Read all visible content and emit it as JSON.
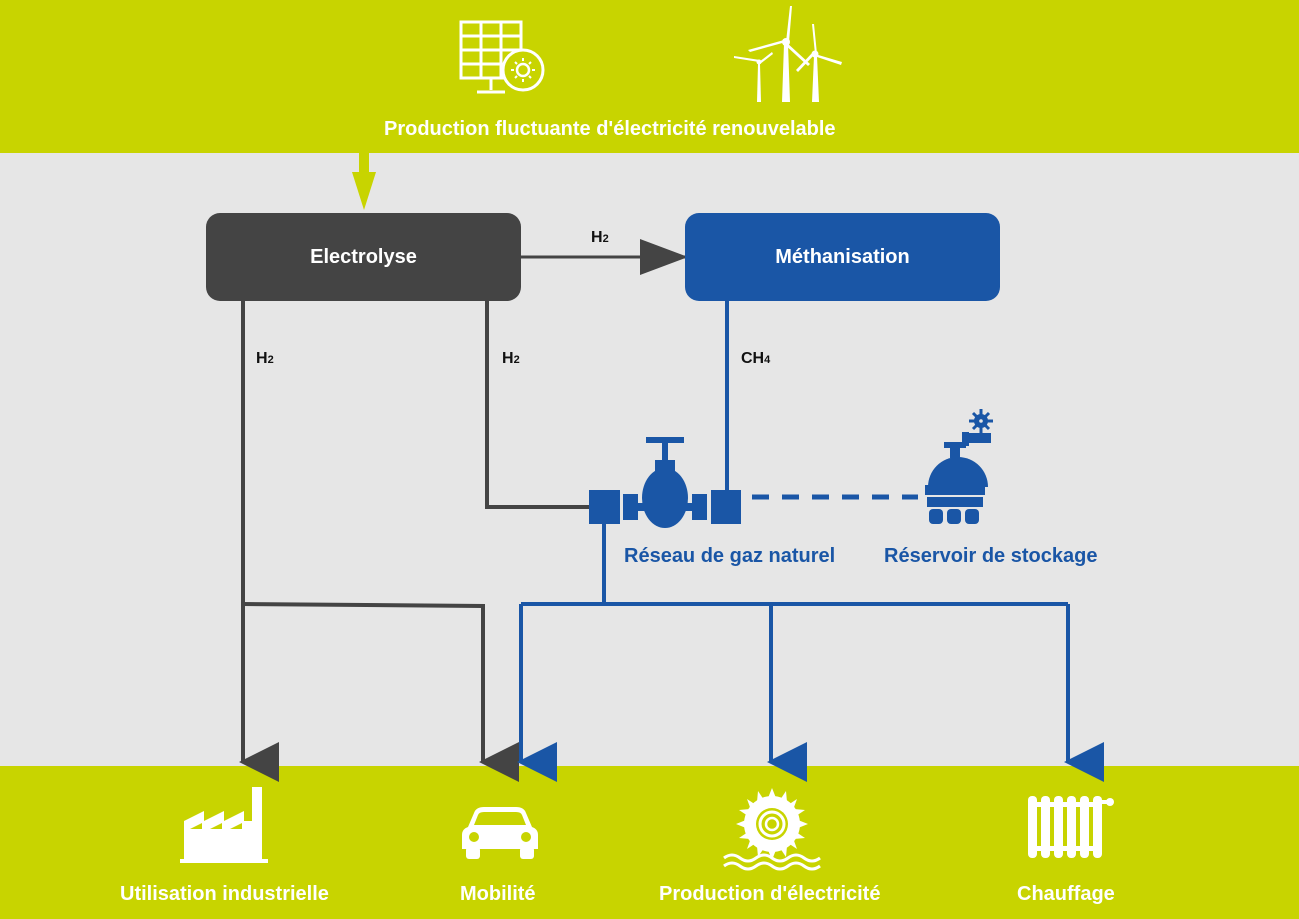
{
  "header": {
    "label": "Production fluctuante d'électricité renouvelable"
  },
  "processes": {
    "electrolyse": "Electrolyse",
    "methanisation": "Méthanisation"
  },
  "flows": {
    "h2_top": "H",
    "h2_left": "H",
    "h2_mid": "H",
    "ch4": "CH",
    "h2_sub": "2",
    "ch4_sub": "4"
  },
  "network": {
    "gas_grid": "Réseau de gaz naturel",
    "storage": "Réservoir de stockage"
  },
  "uses": [
    {
      "label": "Utilisation industrielle",
      "icon": "factory-icon"
    },
    {
      "label": "Mobilité",
      "icon": "car-icon"
    },
    {
      "label": "Production d'électricité",
      "icon": "turbine-icon"
    },
    {
      "label": "Chauffage",
      "icon": "radiator-icon"
    }
  ],
  "colors": {
    "band": "#c8d400",
    "background": "#e6e6e6",
    "electrolyse": "#444444",
    "methanisation": "#1a56a6",
    "h2_line": "#444444",
    "gas_line": "#1a56a6"
  }
}
